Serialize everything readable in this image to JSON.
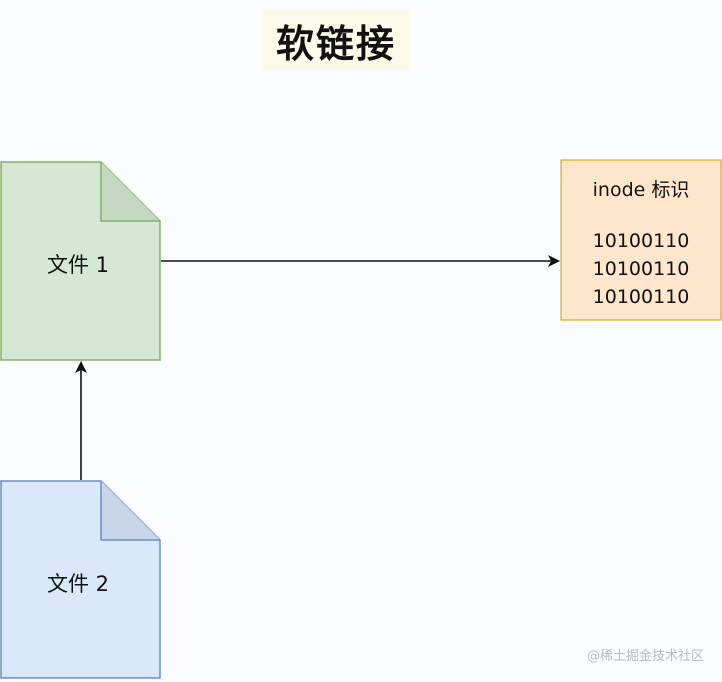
{
  "title": "软链接",
  "file1": {
    "label": "文件 1"
  },
  "file2": {
    "label": "文件 2"
  },
  "inode": {
    "heading": "inode 标识",
    "lines": [
      "10100110",
      "10100110",
      "10100110"
    ]
  },
  "watermark": "@稀土掘金技术社区",
  "colors": {
    "file1_fill": "#d5e8d4",
    "file1_stroke": "#82b366",
    "file2_fill": "#dae8fc",
    "file2_stroke": "#6c8ebf",
    "inode_fill": "#ffe6cc",
    "inode_stroke": "#d79b00"
  }
}
